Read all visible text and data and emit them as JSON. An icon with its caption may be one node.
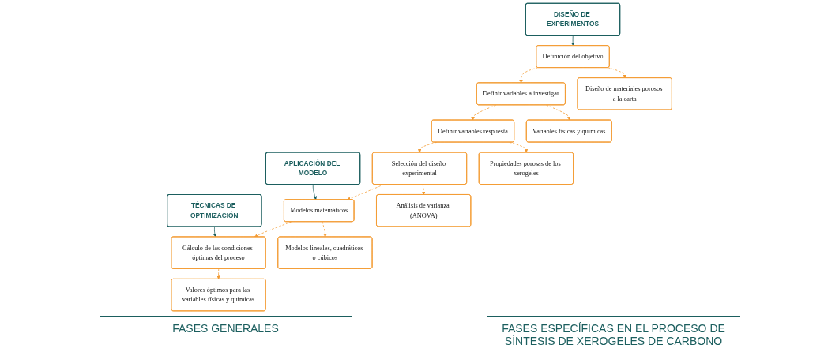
{
  "diagram": {
    "nodes": [
      {
        "text": [
          "DISEÑO DE EXPERIMENTOS"
        ]
      },
      {
        "text": [
          "APLICACIÓN DEL MODELO"
        ]
      },
      {
        "text": [
          "TÉCNICAS DE OPTIMIZACIÓN"
        ]
      },
      {
        "text": [
          "Definición del objetivo"
        ]
      },
      {
        "text": [
          "Definir variables a investigar"
        ]
      },
      {
        "text": [
          "Definir variables respuesta"
        ]
      },
      {
        "text": [
          "Selección del diseño experimental"
        ]
      },
      {
        "text": [
          "Modelos matemáticos"
        ]
      },
      {
        "text": [
          "Cálculo de las condiciones óptimas del proceso"
        ]
      },
      {
        "text": [
          "Diseño de materiales porosos a la carta"
        ]
      },
      {
        "text": [
          "Variables físicas y químicas"
        ]
      },
      {
        "text": [
          "Propiedades porosas de los xerogeles"
        ]
      },
      {
        "text": [
          "Análisis de varianza (ANOVA)"
        ]
      },
      {
        "text": [
          "Modelos lineales, cuadráticos o cúbicos"
        ]
      },
      {
        "text": [
          "Valores óptimos para las variables físicas y químicas"
        ]
      }
    ],
    "edges": [
      {
        "from": 0,
        "to": 3,
        "arrow": "to",
        "color": "#1b5e5e"
      },
      {
        "from": 1,
        "to": 7,
        "arrow": "to",
        "color": "#1b5e5e"
      },
      {
        "from": 2,
        "to": 8,
        "arrow": "to",
        "color": "#1b5e5e"
      },
      {
        "from": 3,
        "to": 4,
        "arrow": "to",
        "style": "dashed"
      },
      {
        "from": 4,
        "to": 5,
        "arrow": "to",
        "style": "dashed"
      },
      {
        "from": 5,
        "to": 6,
        "arrow": "to",
        "style": "dashed"
      },
      {
        "from": 6,
        "to": 7,
        "arrow": "to",
        "style": "dashed"
      },
      {
        "from": 7,
        "to": 8,
        "arrow": "to",
        "style": "dashed"
      },
      {
        "from": 3,
        "to": 9,
        "arrow": "to",
        "style": "dashed"
      },
      {
        "from": 4,
        "to": 10,
        "arrow": "to",
        "style": "dashed"
      },
      {
        "from": 5,
        "to": 11,
        "arrow": "to",
        "style": "dashed"
      },
      {
        "from": 6,
        "to": 12,
        "arrow": "to",
        "style": "dashed"
      },
      {
        "from": 7,
        "to": 13,
        "arrow": "to",
        "style": "dashed"
      },
      {
        "from": 8,
        "to": 14,
        "arrow": "to",
        "style": "dashed"
      }
    ],
    "labels": [
      "FASES GENERALES",
      "FASES ESPECÍFICAS EN EL PROCESO DE SÍNTESIS DE XEROGELES DE CARBONO"
    ]
  }
}
